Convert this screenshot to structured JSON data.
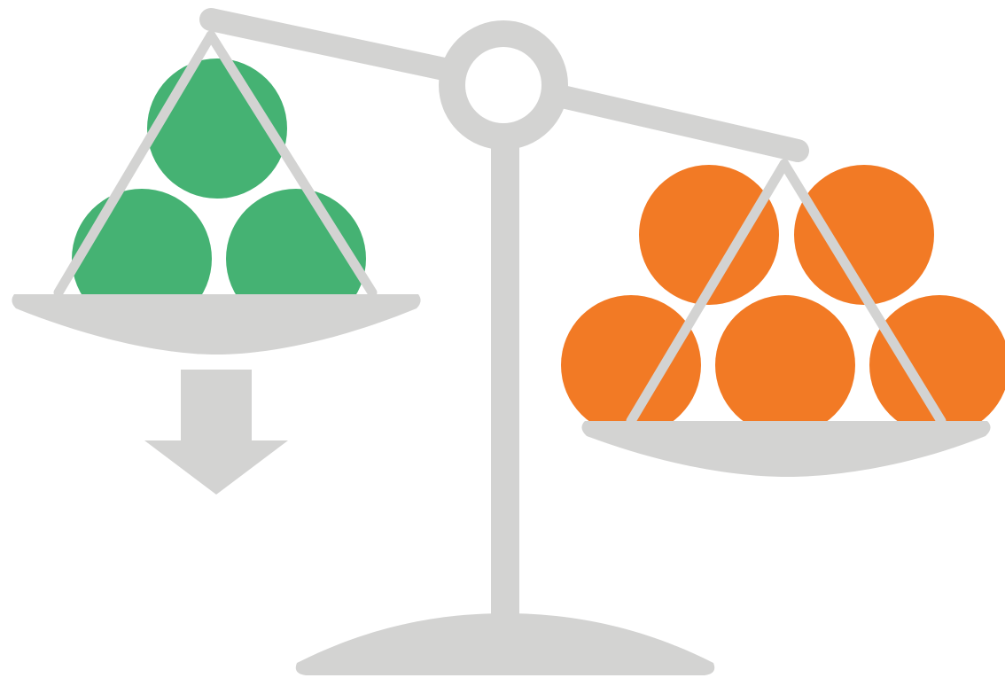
{
  "colors": {
    "scale": "#d3d3d2",
    "left_balls": "#45b273",
    "right_balls": "#f27a25",
    "background": "#ffffff"
  },
  "left_pan": {
    "ball_count": 3,
    "ball_color_name": "green",
    "state": "heavier (tipped down)"
  },
  "right_pan": {
    "ball_count": 5,
    "ball_color_name": "orange",
    "state": "lighter (raised)"
  },
  "indicator": {
    "icon": "down-arrow-icon",
    "direction": "down"
  }
}
